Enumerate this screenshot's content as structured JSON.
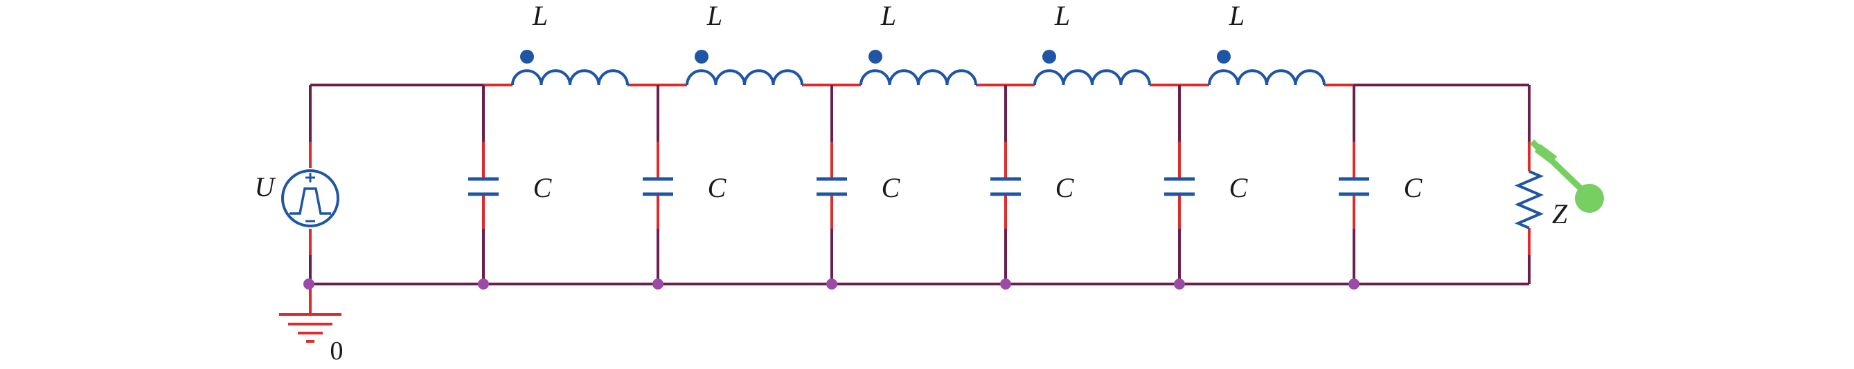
{
  "source_label": "U",
  "ground_label": "0",
  "inductor_label": "L",
  "capacitor_label": "C",
  "load_label": "Z",
  "inductor_count": 5,
  "capacitor_count": 6,
  "colors": {
    "wire": "#6b1f4d",
    "lead": "#e02b2b",
    "component": "#1f55a5",
    "junction": "#9b4aa8",
    "probe": "#77cf62",
    "ground": "#e02b2b"
  }
}
